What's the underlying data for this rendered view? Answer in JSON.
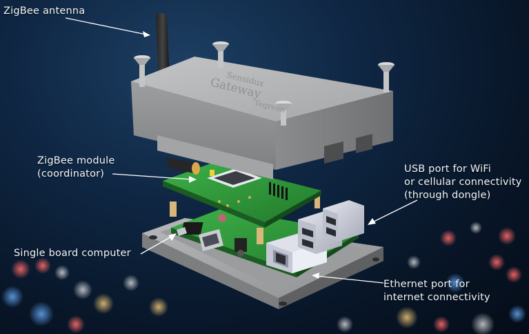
{
  "labels": {
    "antenna": "ZigBee antenna",
    "module_line1": "ZigBee module",
    "module_line2": "(coordinator)",
    "usb_line1": "USB port for WiFi",
    "usb_line2": "or cellular connectivity",
    "usb_line3": "(through dongle)",
    "sbc": "Single board computer",
    "eth_line1": "Ethernet port for",
    "eth_line2": "internet connectivity"
  },
  "lid_text": {
    "brand": "Sensidux",
    "product": "Gateway",
    "maker": "Tegrean"
  },
  "colors": {
    "background": "#0f2744",
    "enclosure": "#a9abad",
    "pcb": "#2f9a3a",
    "label_text": "#f2f5f8",
    "leader_line": "#ffffff"
  }
}
